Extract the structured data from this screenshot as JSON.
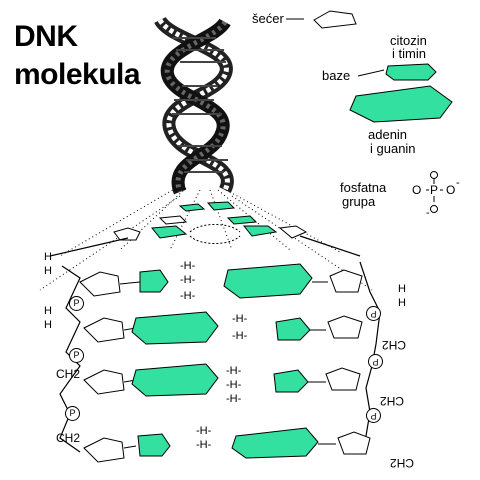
{
  "title_line1": "DNK",
  "title_line2": "molekula",
  "legend": {
    "secer": "šećer",
    "citozin_line1": "citozin",
    "citozin_line2": "i timin",
    "baze": "baze",
    "adenin_line1": "adenin",
    "adenin_line2": "i guanin",
    "fosfat_line1": "fosfatna",
    "fosfat_line2": "grupa"
  },
  "phosphate_formula": {
    "o": "O",
    "p": "P",
    "minus": "-"
  },
  "structure_labels": {
    "h": "H",
    "ch2": "CH2",
    "p_circle": "P",
    "hydrogen_bond": "-H-"
  },
  "colors": {
    "base_fill": "#33e0a0",
    "outline": "#000000",
    "background": "#ffffff"
  },
  "icons": [
    "sugar-pentagon-icon",
    "base-hexagon-icon",
    "phosphate-circle-icon"
  ]
}
